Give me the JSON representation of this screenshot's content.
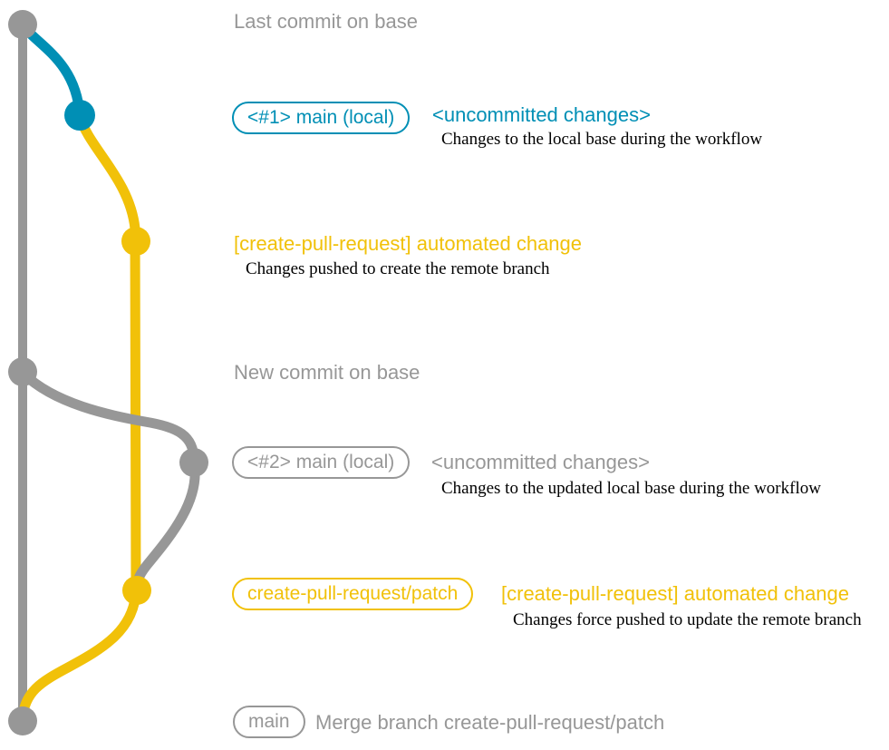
{
  "colors": {
    "gray": "#979797",
    "blue": "#008fb5",
    "yellow": "#f1c109",
    "text_dark": "#000000",
    "background": "#ffffff"
  },
  "diagram": {
    "events": [
      {
        "note": "Last commit on base"
      },
      {
        "badge": "<#1> main (local)",
        "label": "<uncommitted changes>",
        "description": "Changes to the local base during the workflow"
      },
      {
        "label": "[create-pull-request] automated change",
        "description": "Changes pushed to create the remote branch"
      },
      {
        "note": "New commit on base"
      },
      {
        "badge": "<#2> main (local)",
        "label": "<uncommitted changes>",
        "description": "Changes to the updated local base during the workflow"
      },
      {
        "badge": "create-pull-request/patch",
        "label": "[create-pull-request] automated change",
        "description": "Changes force pushed to update the remote branch"
      },
      {
        "badge": "main",
        "note": "Merge branch create-pull-request/patch"
      }
    ]
  }
}
